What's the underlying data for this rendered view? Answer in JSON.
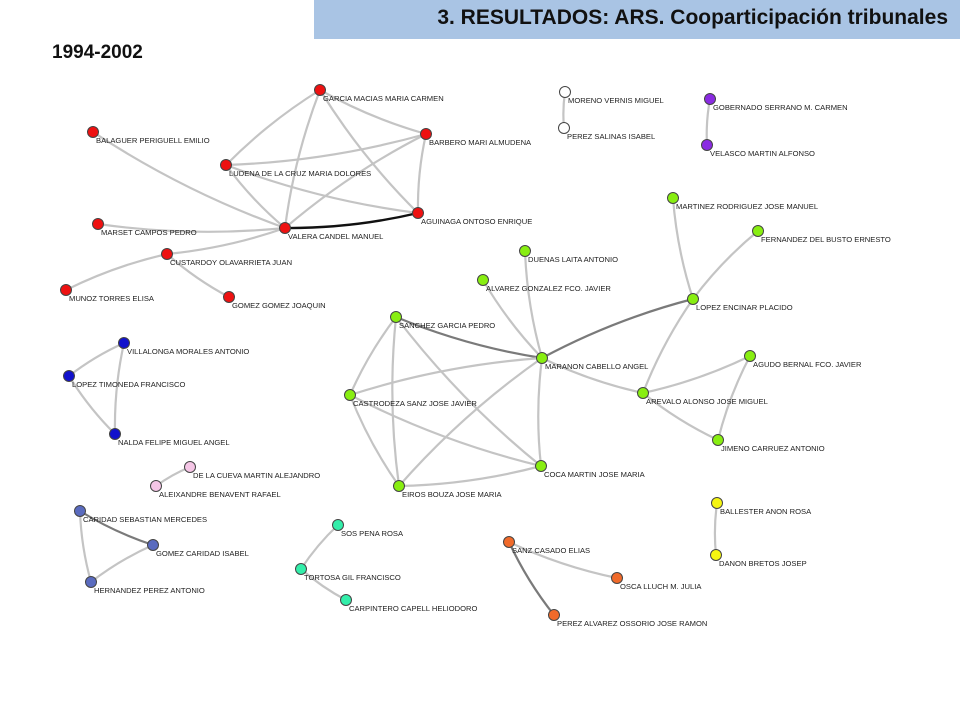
{
  "header": {
    "title": "3. RESULTADOS: ARS. Cooparticipación tribunales"
  },
  "period": "1994-2002",
  "colors": {
    "header_bg": "#a9c4e4",
    "edge_light": "#c4c4c4",
    "edge_medium": "#7a7a7a",
    "edge_dark": "#111111"
  },
  "network": {
    "nodes": [
      {
        "id": "garcia_macias",
        "label": "GARCIA MACIAS MARIA CARMEN",
        "color": "#ee1111"
      },
      {
        "id": "balaguer",
        "label": "BALAGUER PERIGUELL EMILIO",
        "color": "#ee1111"
      },
      {
        "id": "barbero",
        "label": "BARBERO MARI ALMUDENA",
        "color": "#ee1111"
      },
      {
        "id": "ludena",
        "label": "LUDENA DE LA CRUZ MARIA DOLORES",
        "color": "#ee1111"
      },
      {
        "id": "aguinaga",
        "label": "AGUINAGA ONTOSO ENRIQUE",
        "color": "#ee1111"
      },
      {
        "id": "marset",
        "label": "MARSET CAMPOS PEDRO",
        "color": "#ee1111"
      },
      {
        "id": "valera",
        "label": "VALERA CANDEL MANUEL",
        "color": "#ee1111"
      },
      {
        "id": "custardoy",
        "label": "CUSTARDOY OLAVARRIETA JUAN",
        "color": "#ee1111"
      },
      {
        "id": "munoz",
        "label": "MUNOZ TORRES ELISA",
        "color": "#ee1111"
      },
      {
        "id": "gomez_gomez",
        "label": "GOMEZ GOMEZ JOAQUIN",
        "color": "#ee1111"
      },
      {
        "id": "moreno",
        "label": "MORENO VERNIS MIGUEL",
        "color": "#ffffff"
      },
      {
        "id": "perez_salinas",
        "label": "PEREZ SALINAS ISABEL",
        "color": "#ffffff"
      },
      {
        "id": "gobernado",
        "label": "GOBERNADO SERRANO M. CARMEN",
        "color": "#8a2be2"
      },
      {
        "id": "velasco",
        "label": "VELASCO MARTIN ALFONSO",
        "color": "#8a2be2"
      },
      {
        "id": "martinez_rodriguez",
        "label": "MARTINEZ RODRIGUEZ JOSE MANUEL",
        "color": "#88ee11"
      },
      {
        "id": "fernandez_busto",
        "label": "FERNANDEZ DEL BUSTO ERNESTO",
        "color": "#88ee11"
      },
      {
        "id": "duenas",
        "label": "DUENAS LAITA ANTONIO",
        "color": "#88ee11"
      },
      {
        "id": "alvarez_gonzalez",
        "label": "ALVAREZ GONZALEZ FCO. JAVIER",
        "color": "#88ee11"
      },
      {
        "id": "lopez_encinar",
        "label": "LOPEZ ENCINAR PLACIDO",
        "color": "#88ee11"
      },
      {
        "id": "sanchez_garcia",
        "label": "SANCHEZ GARCIA PEDRO",
        "color": "#88ee11"
      },
      {
        "id": "maranon",
        "label": "MARANON CABELLO ANGEL",
        "color": "#88ee11"
      },
      {
        "id": "agudo",
        "label": "AGUDO BERNAL FCO. JAVIER",
        "color": "#88ee11"
      },
      {
        "id": "castrodeza",
        "label": "CASTRODEZA SANZ JOSE JAVIER",
        "color": "#88ee11"
      },
      {
        "id": "arevalo",
        "label": "AREVALO ALONSO JOSE MIGUEL",
        "color": "#88ee11"
      },
      {
        "id": "jimeno",
        "label": "JIMENO CARRUEZ ANTONIO",
        "color": "#88ee11"
      },
      {
        "id": "coca",
        "label": "COCA MARTIN JOSE MARIA",
        "color": "#88ee11"
      },
      {
        "id": "eiros",
        "label": "EIROS BOUZA JOSE MARIA",
        "color": "#88ee11"
      },
      {
        "id": "villalonga",
        "label": "VILLALONGA MORALES ANTONIO",
        "color": "#1111cc"
      },
      {
        "id": "lopez_timoneda",
        "label": "LOPEZ TIMONEDA FRANCISCO",
        "color": "#1111cc"
      },
      {
        "id": "nalda",
        "label": "NALDA FELIPE MIGUEL ANGEL",
        "color": "#1111cc"
      },
      {
        "id": "de_la_cueva",
        "label": "DE LA CUEVA MARTIN ALEJANDRO",
        "color": "#f5c6e6"
      },
      {
        "id": "aleixandre",
        "label": "ALEIXANDRE BENAVENT RAFAEL",
        "color": "#f5c6e6"
      },
      {
        "id": "caridad",
        "label": "CARIDAD SEBASTIAN MERCEDES",
        "color": "#5a6bbf"
      },
      {
        "id": "gomez_caridad",
        "label": "GOMEZ CARIDAD ISABEL",
        "color": "#5a6bbf"
      },
      {
        "id": "hernandez",
        "label": "HERNANDEZ PEREZ ANTONIO",
        "color": "#5a6bbf"
      },
      {
        "id": "sos_pena",
        "label": "SOS PENA ROSA",
        "color": "#33eeaa"
      },
      {
        "id": "tortosa",
        "label": "TORTOSA GIL FRANCISCO",
        "color": "#33eeaa"
      },
      {
        "id": "carpintero",
        "label": "CARPINTERO CAPELL HELIODORO",
        "color": "#33eeaa"
      },
      {
        "id": "sanz_casado",
        "label": "SANZ CASADO ELIAS",
        "color": "#f06a2a"
      },
      {
        "id": "osca",
        "label": "OSCA LLUCH M. JULIA",
        "color": "#f06a2a"
      },
      {
        "id": "perez_alvarez",
        "label": "PEREZ ALVAREZ OSSORIO JOSE RAMON",
        "color": "#f06a2a"
      },
      {
        "id": "ballester",
        "label": "BALLESTER ANON ROSA",
        "color": "#f5f511"
      },
      {
        "id": "danon",
        "label": "DANON BRETOS JOSEP",
        "color": "#f5f511"
      }
    ],
    "edges": [
      {
        "from": "garcia_macias",
        "to": "ludena",
        "weight": "light"
      },
      {
        "from": "garcia_macias",
        "to": "barbero",
        "weight": "light"
      },
      {
        "from": "garcia_macias",
        "to": "valera",
        "weight": "light"
      },
      {
        "from": "garcia_macias",
        "to": "aguinaga",
        "weight": "light"
      },
      {
        "from": "ludena",
        "to": "barbero",
        "weight": "light"
      },
      {
        "from": "ludena",
        "to": "valera",
        "weight": "light"
      },
      {
        "from": "ludena",
        "to": "aguinaga",
        "weight": "light"
      },
      {
        "from": "barbero",
        "to": "valera",
        "weight": "light"
      },
      {
        "from": "barbero",
        "to": "aguinaga",
        "weight": "light"
      },
      {
        "from": "valera",
        "to": "aguinaga",
        "weight": "dark"
      },
      {
        "from": "balaguer",
        "to": "valera",
        "weight": "light"
      },
      {
        "from": "marset",
        "to": "valera",
        "weight": "light"
      },
      {
        "from": "custardoy",
        "to": "valera",
        "weight": "light"
      },
      {
        "from": "custardoy",
        "to": "munoz",
        "weight": "light"
      },
      {
        "from": "custardoy",
        "to": "gomez_gomez",
        "weight": "light"
      },
      {
        "from": "moreno",
        "to": "perez_salinas",
        "weight": "light"
      },
      {
        "from": "gobernado",
        "to": "velasco",
        "weight": "light"
      },
      {
        "from": "martinez_rodriguez",
        "to": "lopez_encinar",
        "weight": "light"
      },
      {
        "from": "fernandez_busto",
        "to": "lopez_encinar",
        "weight": "light"
      },
      {
        "from": "lopez_encinar",
        "to": "maranon",
        "weight": "medium"
      },
      {
        "from": "lopez_encinar",
        "to": "arevalo",
        "weight": "light"
      },
      {
        "from": "duenas",
        "to": "maranon",
        "weight": "light"
      },
      {
        "from": "alvarez_gonzalez",
        "to": "maranon",
        "weight": "light"
      },
      {
        "from": "sanchez_garcia",
        "to": "maranon",
        "weight": "medium"
      },
      {
        "from": "sanchez_garcia",
        "to": "castrodeza",
        "weight": "light"
      },
      {
        "from": "sanchez_garcia",
        "to": "eiros",
        "weight": "light"
      },
      {
        "from": "sanchez_garcia",
        "to": "coca",
        "weight": "light"
      },
      {
        "from": "maranon",
        "to": "castrodeza",
        "weight": "light"
      },
      {
        "from": "maranon",
        "to": "eiros",
        "weight": "light"
      },
      {
        "from": "maranon",
        "to": "coca",
        "weight": "light"
      },
      {
        "from": "maranon",
        "to": "arevalo",
        "weight": "light"
      },
      {
        "from": "castrodeza",
        "to": "coca",
        "weight": "light"
      },
      {
        "from": "castrodeza",
        "to": "eiros",
        "weight": "light"
      },
      {
        "from": "eiros",
        "to": "coca",
        "weight": "light"
      },
      {
        "from": "arevalo",
        "to": "agudo",
        "weight": "light"
      },
      {
        "from": "arevalo",
        "to": "jimeno",
        "weight": "light"
      },
      {
        "from": "agudo",
        "to": "jimeno",
        "weight": "light"
      },
      {
        "from": "villalonga",
        "to": "lopez_timoneda",
        "weight": "light"
      },
      {
        "from": "villalonga",
        "to": "nalda",
        "weight": "light"
      },
      {
        "from": "lopez_timoneda",
        "to": "nalda",
        "weight": "light"
      },
      {
        "from": "de_la_cueva",
        "to": "aleixandre",
        "weight": "light"
      },
      {
        "from": "caridad",
        "to": "gomez_caridad",
        "weight": "medium"
      },
      {
        "from": "caridad",
        "to": "hernandez",
        "weight": "light"
      },
      {
        "from": "gomez_caridad",
        "to": "hernandez",
        "weight": "light"
      },
      {
        "from": "sos_pena",
        "to": "tortosa",
        "weight": "light"
      },
      {
        "from": "tortosa",
        "to": "carpintero",
        "weight": "light"
      },
      {
        "from": "sanz_casado",
        "to": "osca",
        "weight": "light"
      },
      {
        "from": "sanz_casado",
        "to": "perez_alvarez",
        "weight": "medium"
      },
      {
        "from": "ballester",
        "to": "danon",
        "weight": "light"
      }
    ]
  }
}
